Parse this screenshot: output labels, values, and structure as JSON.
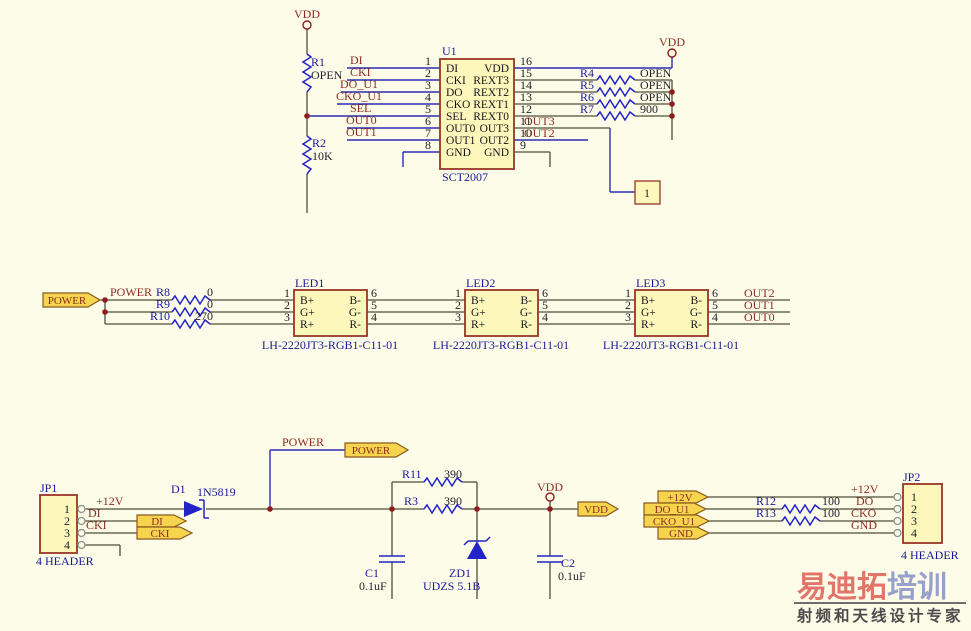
{
  "colors": {
    "background": "#fcfce9",
    "wire": "#4e4e38",
    "wire_blue": "#2d2db4",
    "symbol_blue": "#2323c8",
    "net_label": "#8e2b21",
    "designator": "#1a1a96",
    "component_fill": "#fdf7bb",
    "component_border": "#973527",
    "port_fill": "#f6d44e",
    "ground": "#8e1c1c"
  },
  "top": {
    "vdd_left": "VDD",
    "vdd_right": "VDD",
    "r1_ref": "R1",
    "r1_val": "OPEN",
    "r2_ref": "R2",
    "r2_val": "10K",
    "u1_ref": "U1",
    "u1_part": "SCT2007",
    "left_nets": [
      "DI",
      "CKI",
      "DO_U1",
      "CKO_U1",
      "SEL",
      "OUT0",
      "OUT1"
    ],
    "left_nums": [
      "1",
      "2",
      "3",
      "4",
      "5",
      "6",
      "7",
      "8"
    ],
    "left_names": [
      "DI",
      "CKI",
      "DO",
      "CKO",
      "SEL",
      "OUT0",
      "OUT1",
      "GND"
    ],
    "right_nums": [
      "16",
      "15",
      "14",
      "13",
      "12",
      "11",
      "10",
      "9"
    ],
    "right_names": [
      "VDD",
      "REXT3",
      "REXT2",
      "REXT1",
      "REXT0",
      "OUT3",
      "OUT2",
      "GND"
    ],
    "rext_refs": [
      "R4",
      "R5",
      "R6",
      "R7"
    ],
    "rext_vals": [
      "OPEN",
      "OPEN",
      "OPEN",
      "900"
    ],
    "out3_net": "OUT3",
    "out2_net": "OUT2",
    "sheet_num": "1"
  },
  "mid": {
    "port": "POWER",
    "net": "POWER",
    "res_refs": [
      "R8",
      "R9",
      "R10"
    ],
    "res_vals": [
      "0",
      "0",
      "270"
    ],
    "led_refs": [
      "LED1",
      "LED2",
      "LED3"
    ],
    "led_part": "LH-2220JT3-RGB1-C11-01",
    "pin_plus": [
      "B+",
      "G+",
      "R+"
    ],
    "pin_minus": [
      "B-",
      "G-",
      "R-"
    ],
    "nums_left": [
      "1",
      "2",
      "3"
    ],
    "nums_right": [
      "6",
      "5",
      "4"
    ],
    "outs": [
      "OUT2",
      "OUT1",
      "OUT0"
    ]
  },
  "bot": {
    "jp1_ref": "JP1",
    "jp1_part": "4 HEADER",
    "jp2_ref": "JP2",
    "jp2_part": "4 HEADER",
    "jp_nums": [
      "1",
      "2",
      "3",
      "4"
    ],
    "jp1_nets": [
      "+12V",
      "DI",
      "CKI"
    ],
    "jp1_ports": [
      "DI",
      "CKI"
    ],
    "d1_ref": "D1",
    "d1_part": "1N5819",
    "power_net": "POWER",
    "power_port": "POWER",
    "r11_ref": "R11",
    "r11_val": "390",
    "r3_ref": "R3",
    "r3_val": "390",
    "c1_ref": "C1",
    "c1_val": "0.1uF",
    "c2_ref": "C2",
    "c2_val": "0.1uF",
    "zd1_ref": "ZD1",
    "zd1_part": "UDZS 5.1B",
    "vdd_net": "VDD",
    "vdd_port": "VDD",
    "jp2_ports": [
      "+12V",
      "DO_U1",
      "CKO_U1",
      "GND"
    ],
    "r12_ref": "R12",
    "r12_val": "100",
    "r13_ref": "R13",
    "r13_val": "100",
    "jp2_nets": [
      "+12V",
      "DO",
      "CKO",
      "GND"
    ]
  },
  "watermark": {
    "brand_red": "易迪拓",
    "brand_blue": "培训",
    "tagline": "射频和天线设计专家",
    "brand_red_color": "#e2756a",
    "brand_blue_color": "#98a1ca"
  }
}
